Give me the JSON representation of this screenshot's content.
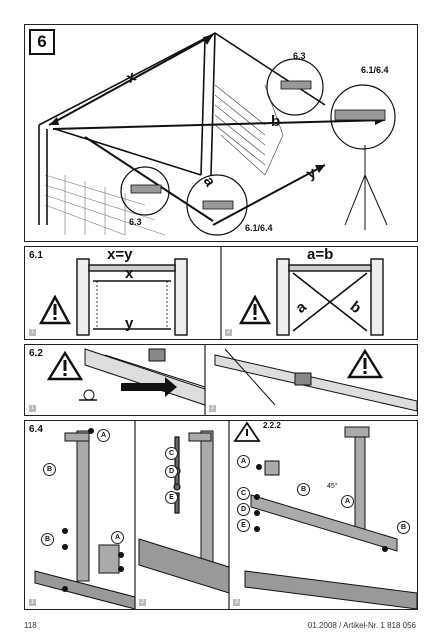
{
  "step_number": "6",
  "main_callouts": {
    "top_detail": "6.3",
    "right_detail": "6.1/6.4",
    "left_detail": "6.3",
    "bottom_detail": "6.1/6.4"
  },
  "diagonal_letters": {
    "x": "x",
    "b": "b",
    "y": "y",
    "a": "a"
  },
  "sec61": {
    "label": "6.1",
    "left_formula": "x=y",
    "left_top": "x",
    "left_bottom": "y",
    "right_formula": "a=b",
    "right_a": "a",
    "right_b": "b",
    "sub1": "1",
    "sub2": "2"
  },
  "sec62": {
    "label": "6.2",
    "sub1": "1",
    "sub2": "2"
  },
  "sec64": {
    "label": "6.4",
    "ref": "2.2.2",
    "angle": "45°",
    "sub1": "1",
    "sub2": "2",
    "sub3": "3",
    "tags": {
      "p1_a_top": "A",
      "p1_b_top": "B",
      "p1_b_bot": "B",
      "p1_a_bot": "A",
      "p2_c": "C",
      "p2_d": "D",
      "p2_e": "E",
      "p3_a1": "A",
      "p3_c": "C",
      "p3_d": "D",
      "p3_e": "E",
      "p3_b1": "B",
      "p3_a2": "A",
      "p3_b2": "B"
    }
  },
  "footer": {
    "page_number": "118",
    "reference": "01.2008 / Artikel-Nr. 1 818 056"
  }
}
